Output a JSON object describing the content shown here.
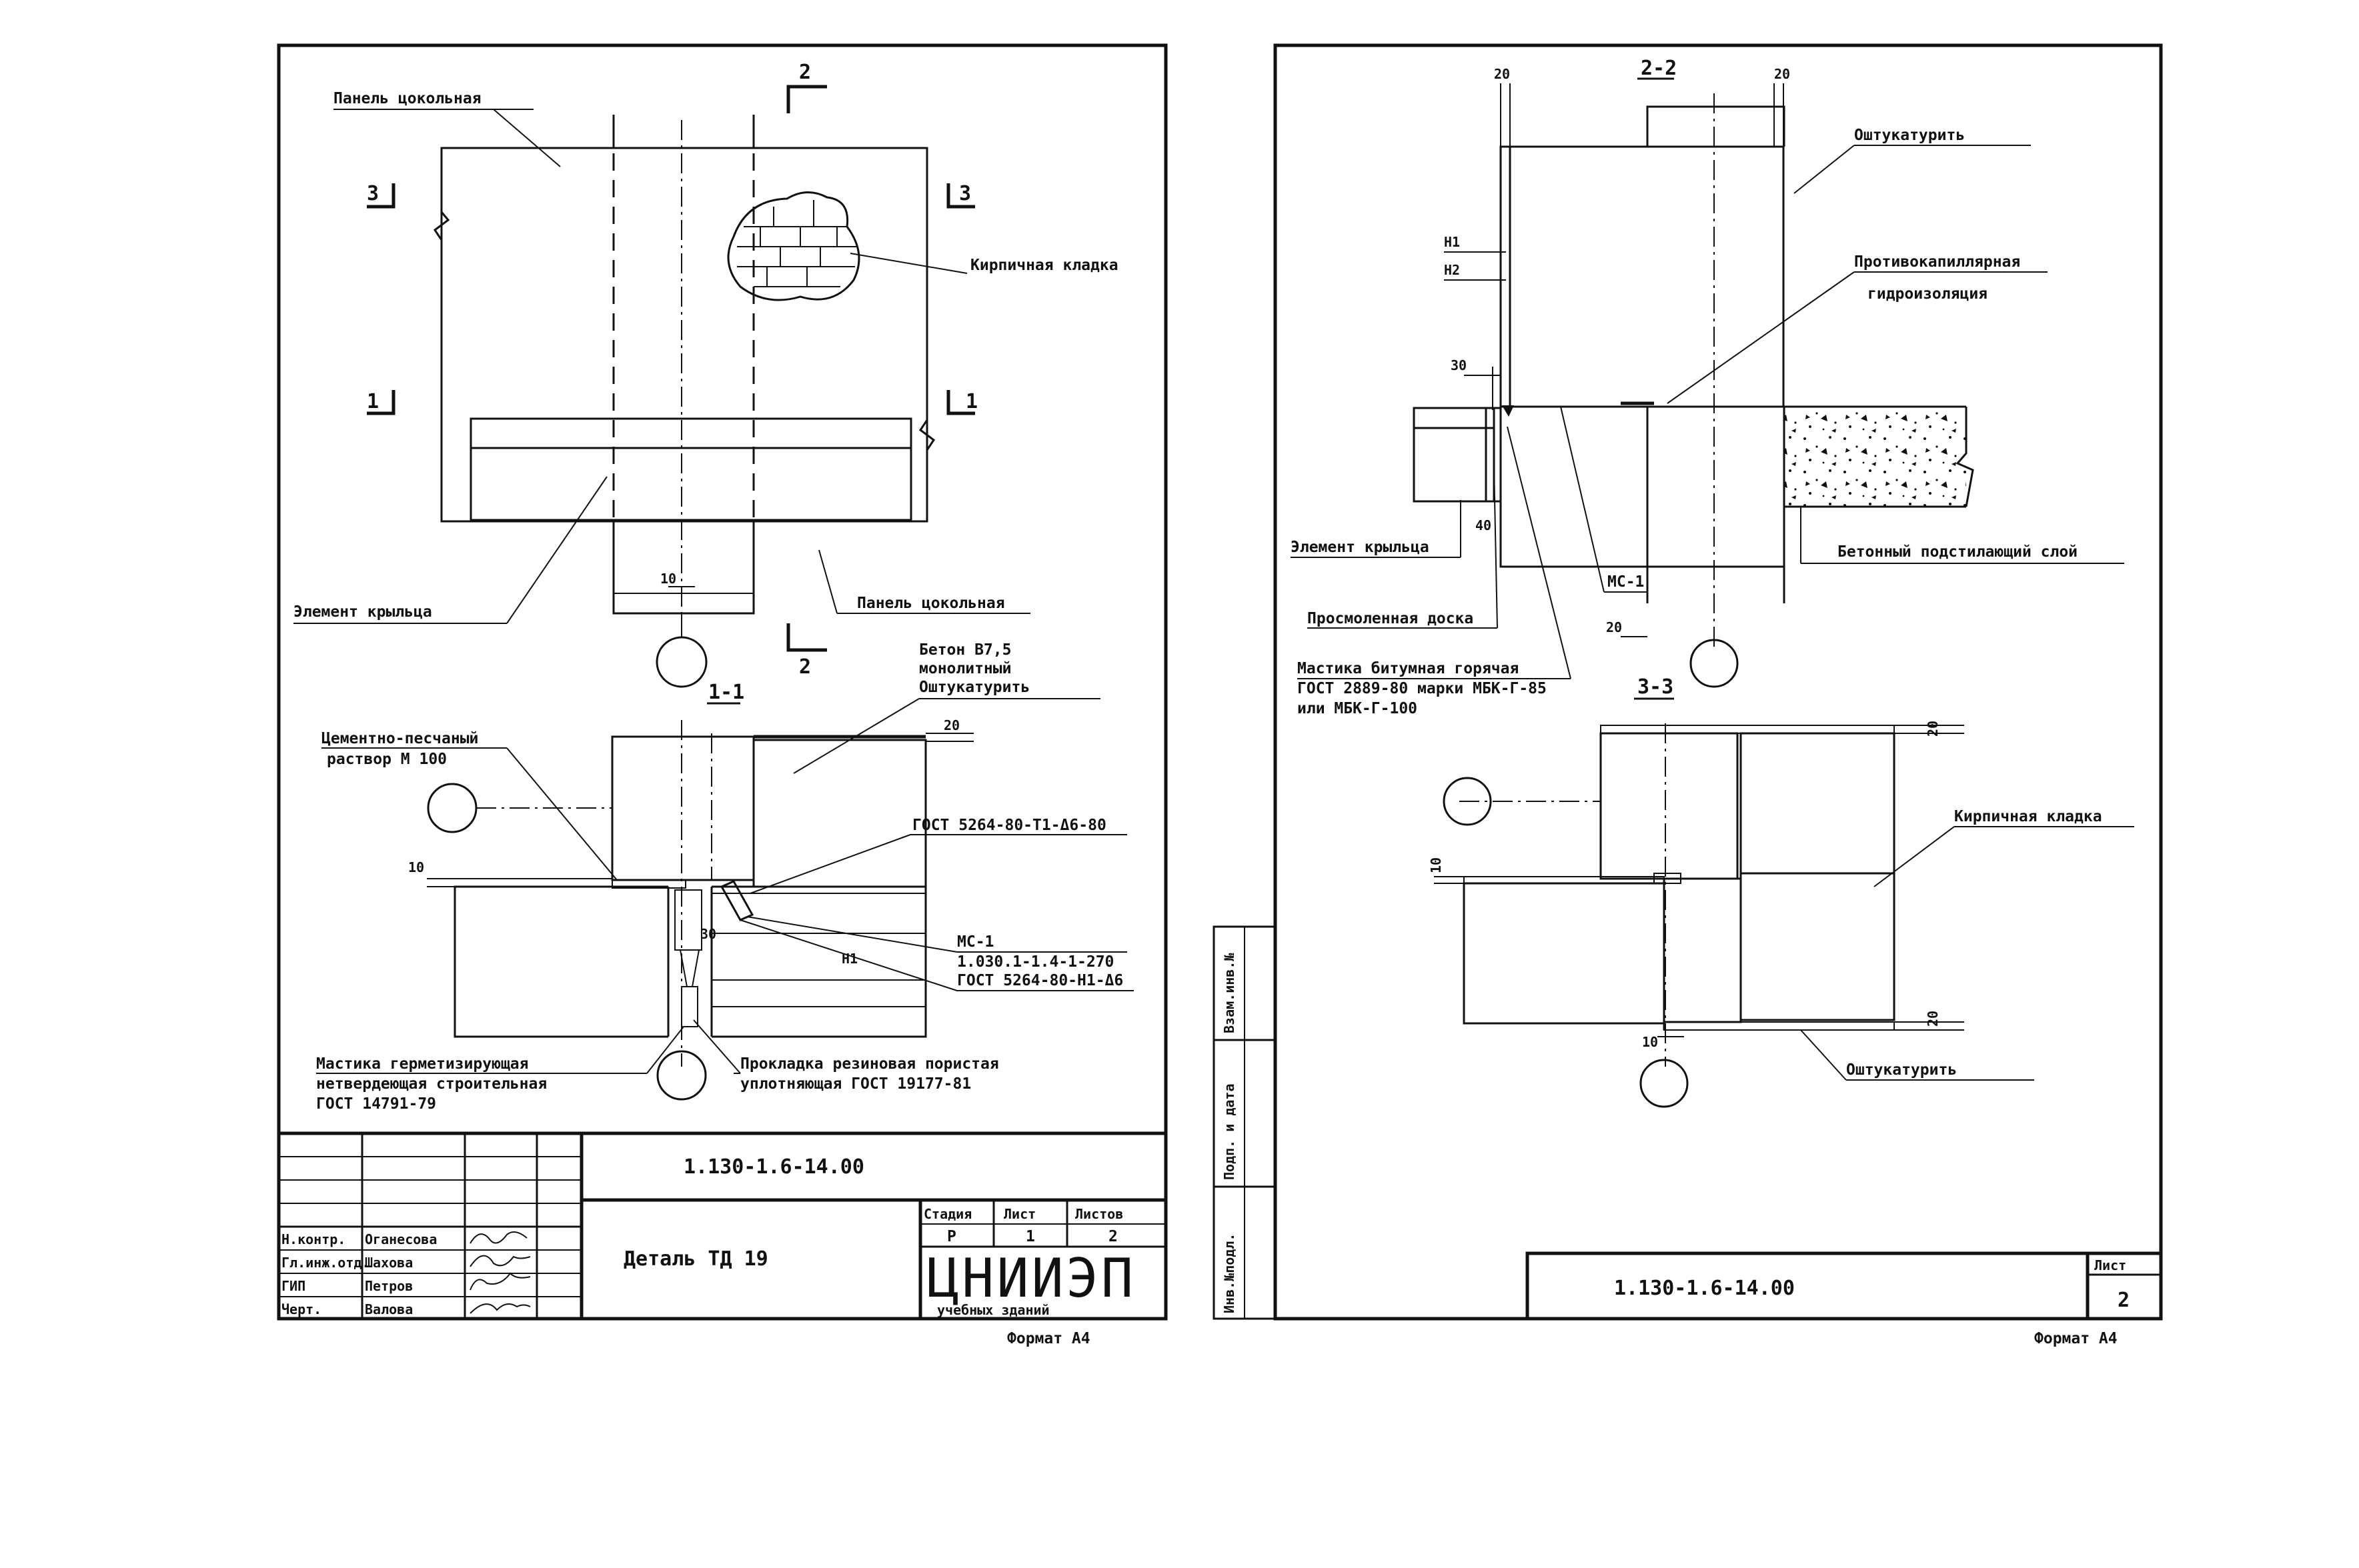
{
  "sheet1": {
    "labels": {
      "panel_top": "Панель цокольная",
      "brick": "Кирпичная кладка",
      "porch_element": "Элемент крыльца",
      "panel_bottom": "Панель цокольная",
      "dim_10": "10",
      "cut_2": "2",
      "cut_3": "3",
      "cut_1": "1"
    },
    "section_1_1": {
      "title": "1-1",
      "concrete_a": "Бетон В7,5",
      "concrete_b": "монолитный",
      "plaster": "Оштукатурить",
      "dim_20": "20",
      "mortar_a": "Цементно-песчаный",
      "mortar_b": "раствор М 100",
      "gost_t1": "ГОСТ 5264-80-Т1-Δ6-80",
      "dim_10": "10",
      "dim_30": "30",
      "mark_n1": "Н1",
      "ms1": "МС-1",
      "ms1_code": "1.030.1-1.4-1-270",
      "gost_h1": "ГОСТ 5264-80-Н1-Δ6",
      "sealant_a": "Мастика герметизирующая",
      "sealant_b": "нетвердеющая строительная",
      "sealant_c": "ГОСТ 14791-79",
      "gasket_a": "Прокладка резиновая пористая",
      "gasket_b": "уплотняющая ГОСТ 19177-81"
    },
    "title_block": {
      "code": "1.130-1.6-14.00",
      "sheet_name": "Деталь ТД 19",
      "roles": [
        "Н.контр.",
        "Гл.инж.отд.",
        "ГИП",
        "Черт."
      ],
      "names": [
        "Оганесова",
        "Шахова",
        "Петров",
        "Валова"
      ],
      "stage_header": "Стадия",
      "sheet_header": "Лист",
      "sheets_header": "Листов",
      "stage": "Р",
      "sheet": "1",
      "sheets": "2",
      "org_logo": "ЦНИИЭП",
      "org_name": "учебных зданий"
    },
    "format": "Формат А4"
  },
  "sheet2": {
    "section_2_2": {
      "title": "2-2",
      "dim_20_left": "20",
      "dim_20_right": "20",
      "plaster": "Оштукатурить",
      "mark_n1": "Н1",
      "mark_n2": "Н2",
      "dim_30": "30",
      "damp_a": "Противокапиллярная",
      "damp_b": "гидроизоляция",
      "porch_element": "Элемент крыльца",
      "underlay": "Бетонный подстилающий слой",
      "dim_40": "40",
      "ms1": "МС-1",
      "board": "Просмоленная доска",
      "dim_20_bottom": "20",
      "bitumen_a": "Мастика битумная горячая",
      "bitumen_b": "ГОСТ 2889-80 марки МБК-Г-85",
      "bitumen_c": "или МБК-Г-100"
    },
    "section_3_3": {
      "title": "3-3",
      "dim_20_top": "20",
      "brick": "Кирпичная кладка",
      "dim_10_left": "10",
      "dim_20_bottom": "20",
      "dim_10_bottom": "10",
      "plaster": "Оштукатурить"
    },
    "side_stamp": [
      "Инв.№подл.",
      "Подп. и дата",
      "Взам.инв.№"
    ],
    "title_block": {
      "code": "1.130-1.6-14.00",
      "sheet_header": "Лист",
      "sheet": "2"
    },
    "format": "Формат А4"
  }
}
